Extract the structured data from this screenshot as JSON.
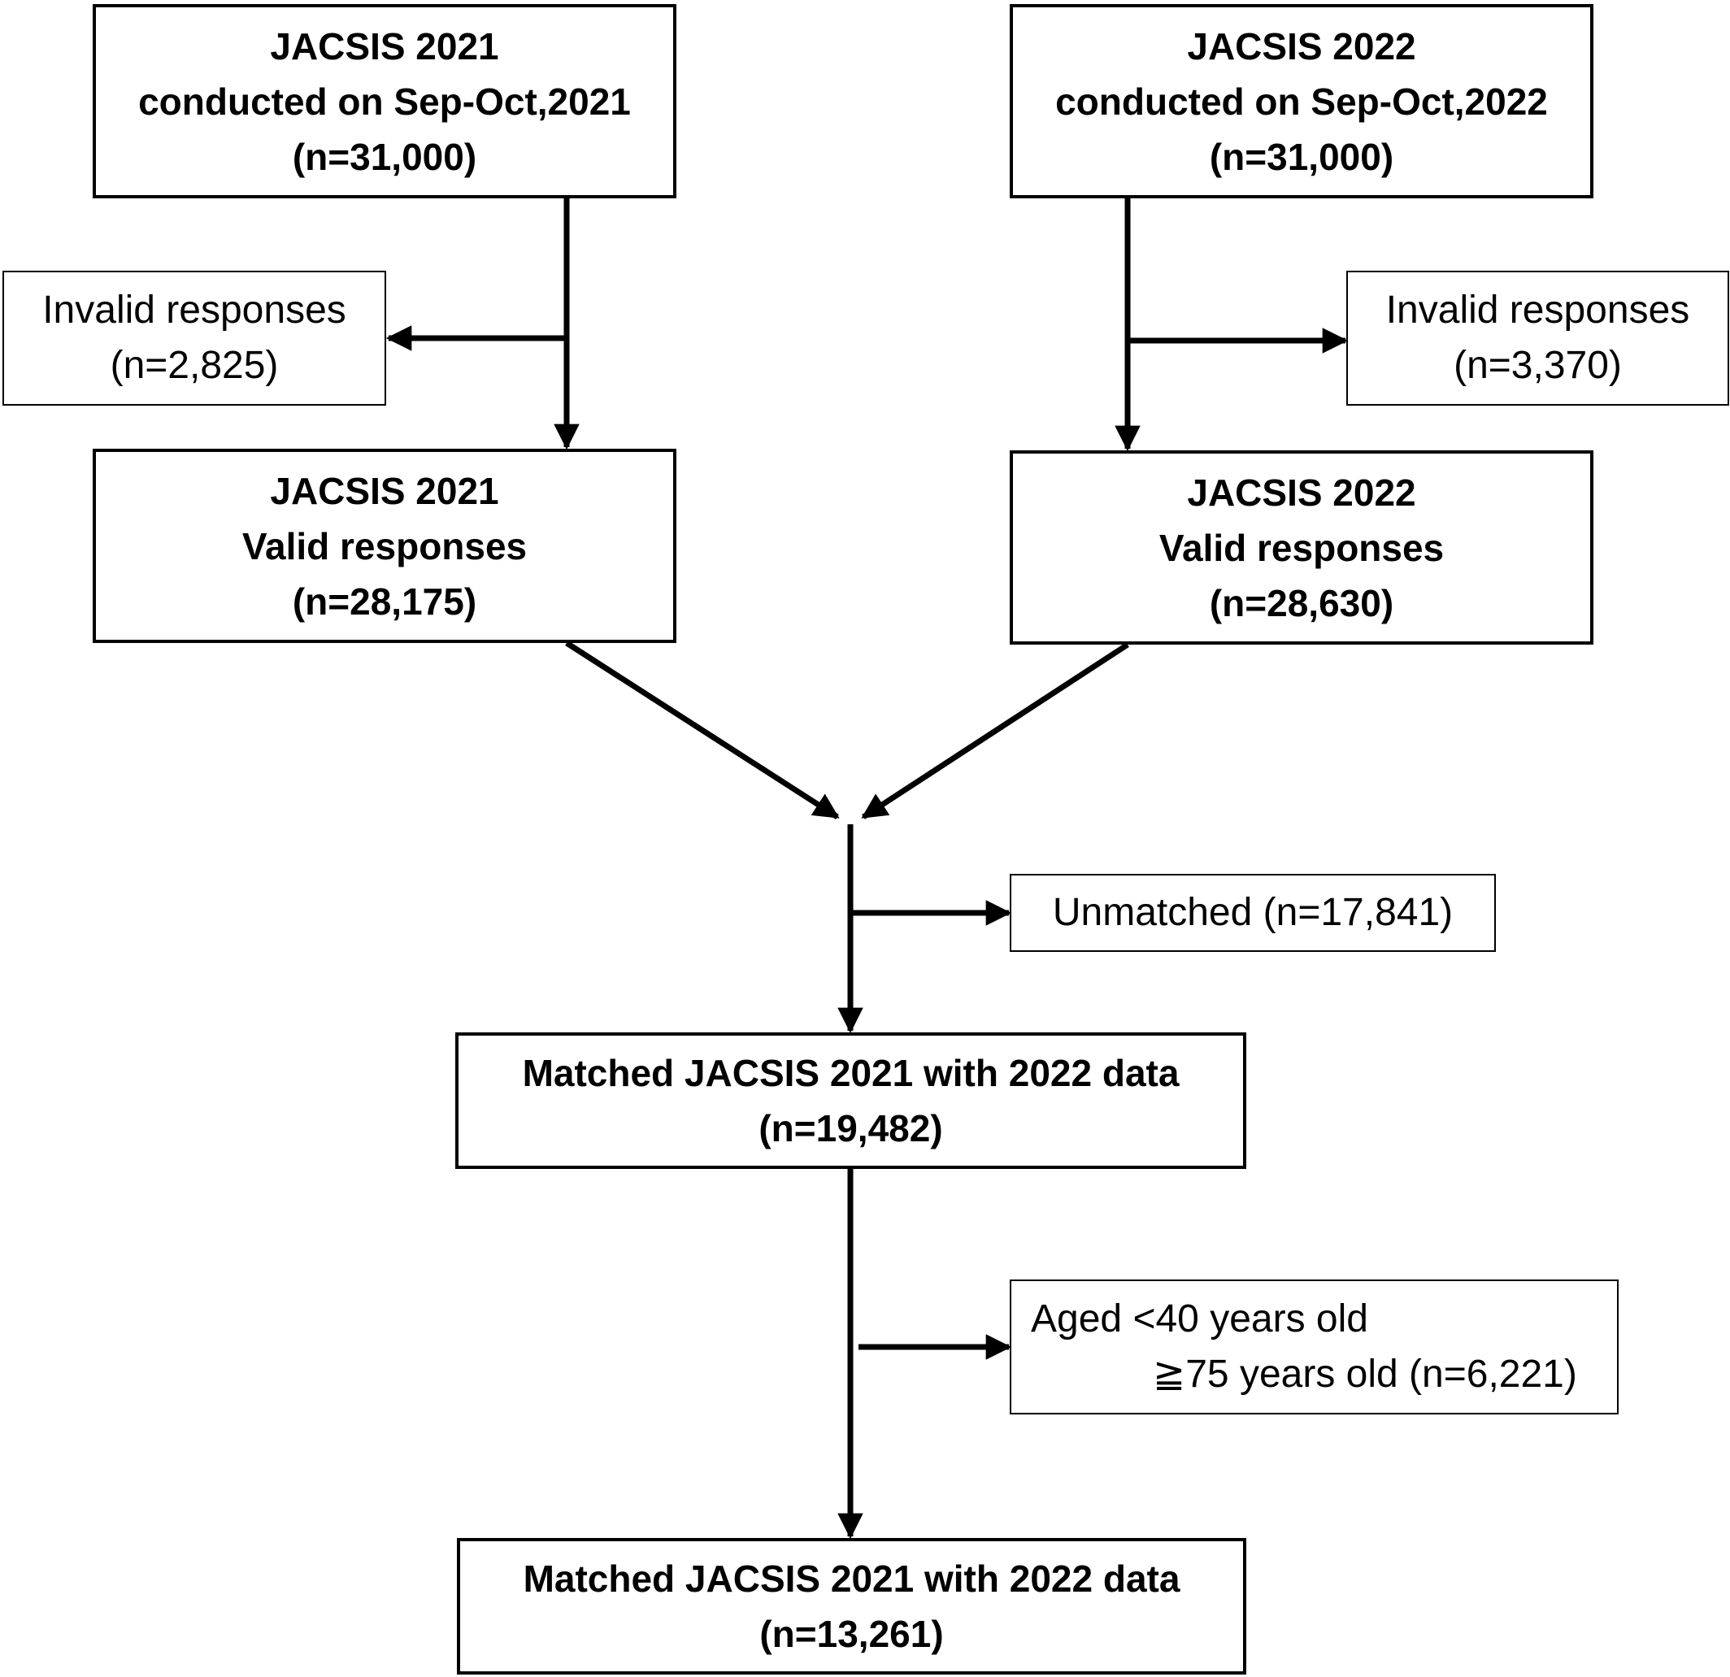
{
  "nodes": {
    "survey2021": {
      "lines": [
        "JACSIS 2021",
        "conducted on Sep-Oct,2021",
        "(n=31,000)"
      ]
    },
    "survey2022": {
      "lines": [
        "JACSIS 2022",
        "conducted on Sep-Oct,2022",
        "(n=31,000)"
      ]
    },
    "invalid2021": {
      "lines": [
        "Invalid responses",
        "(n=2,825)"
      ]
    },
    "invalid2022": {
      "lines": [
        "Invalid responses",
        "(n=3,370)"
      ]
    },
    "valid2021": {
      "lines": [
        "JACSIS 2021",
        "Valid responses",
        "(n=28,175)"
      ]
    },
    "valid2022": {
      "lines": [
        "JACSIS 2022",
        "Valid responses",
        "(n=28,630)"
      ]
    },
    "unmatched": {
      "lines": [
        "Unmatched (n=17,841)"
      ]
    },
    "matched": {
      "lines": [
        "Matched JACSIS 2021 with 2022 data",
        "(n=19,482)"
      ]
    },
    "excludedAge": {
      "lines": [
        "Aged <40 years old",
        "≧75 years old (n=6,221)"
      ]
    },
    "final": {
      "lines": [
        "Matched JACSIS 2021 with 2022 data",
        "(n=13,261)"
      ]
    }
  }
}
